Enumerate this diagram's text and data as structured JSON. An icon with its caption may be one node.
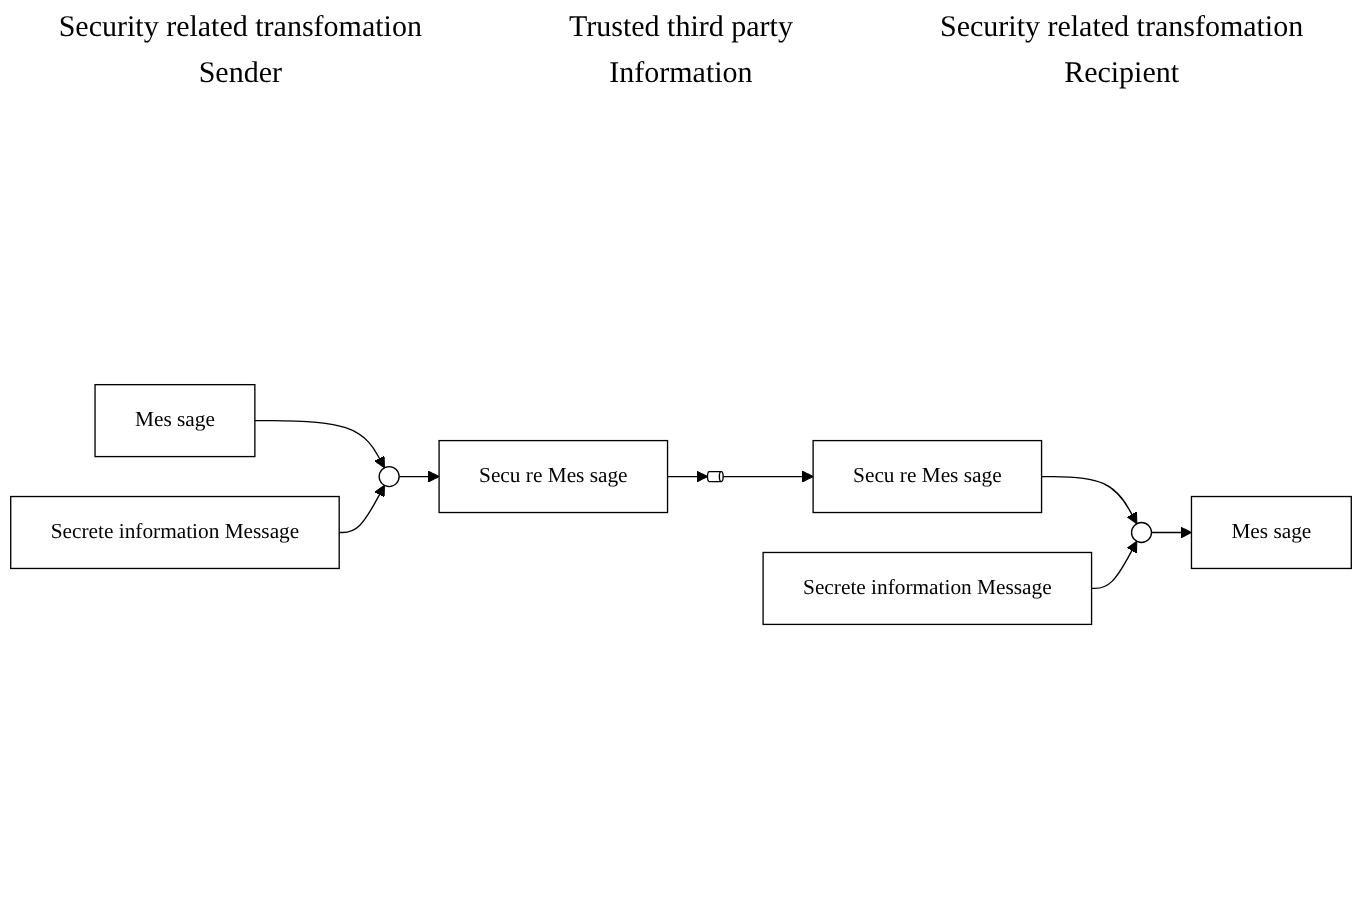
{
  "diagram": {
    "nodes": [
      {
        "text": [
          "Mes sage"
        ]
      },
      {
        "text": [],
        "shape": "circle"
      },
      {
        "text": [
          "Secu re Mes sage"
        ]
      },
      {
        "text": [],
        "shape": "cylinder"
      },
      {
        "text": [
          "Secu re Mes sage"
        ]
      },
      {
        "text": [],
        "shape": "circle"
      },
      {
        "text": [
          "Mes sage"
        ]
      },
      {
        "text": [
          "Secrete information Message"
        ]
      },
      {
        "text": [
          "Secrete information Message"
        ]
      }
    ],
    "edges": [
      {
        "from": 0,
        "to": 1,
        "arrow": "to"
      },
      {
        "from": 1,
        "to": 2,
        "arrow": "to"
      },
      {
        "from": 2,
        "to": 3,
        "arrow": "to"
      },
      {
        "from": 3,
        "to": 4,
        "arrow": "to"
      },
      {
        "from": 4,
        "to": 5,
        "arrow": "to"
      },
      {
        "from": 5,
        "to": 6,
        "arrow": "to"
      },
      {
        "from": 7,
        "to": 1,
        "arrow": "to"
      },
      {
        "from": 8,
        "to": 5,
        "arrow": "to"
      }
    ],
    "labels": [
      "Security related transfomation",
      "Trusted third party",
      "Security related transfomation",
      "Sender",
      "Information",
      "Recipient"
    ]
  }
}
